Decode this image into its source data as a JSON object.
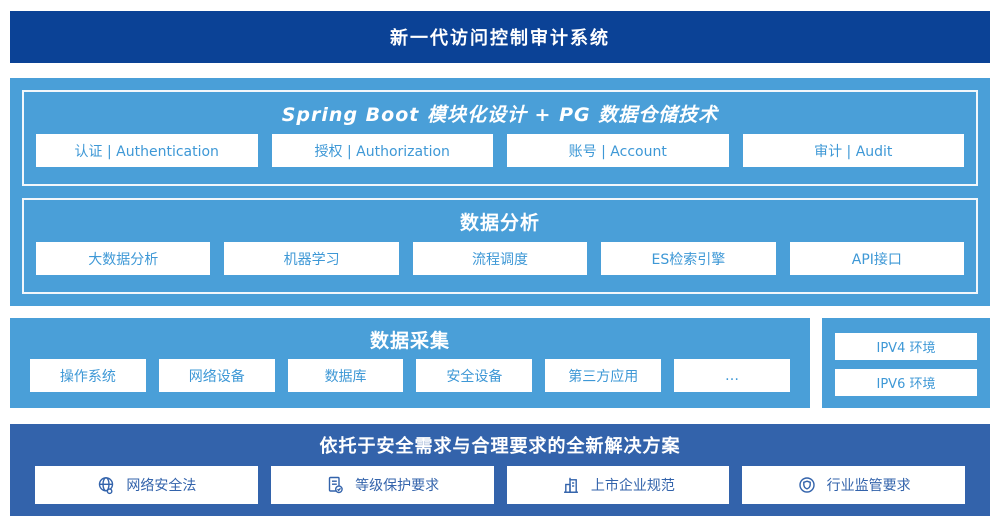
{
  "colors": {
    "top_banner_blue": "#0B4296",
    "light_blue": "#4A9FD8",
    "solution_blue": "#3363AB",
    "box_text_blue": "#3E98D6",
    "white": "#FFFFFF"
  },
  "header": {
    "title": "新一代访问控制审计系统"
  },
  "platform": {
    "springboot": {
      "title": "Spring Boot 模块化设计 + PG 数据仓储技术",
      "items": [
        {
          "label": "认证 | Authentication"
        },
        {
          "label": "授权 | Authorization"
        },
        {
          "label": "账号 | Account"
        },
        {
          "label": "审计 | Audit"
        }
      ]
    },
    "analysis": {
      "title": "数据分析",
      "items": [
        {
          "label": "大数据分析"
        },
        {
          "label": "机器学习"
        },
        {
          "label": "流程调度"
        },
        {
          "label": "ES检索引擎"
        },
        {
          "label": "API接口"
        }
      ]
    }
  },
  "collection": {
    "title": "数据采集",
    "items": [
      {
        "label": "操作系统"
      },
      {
        "label": "网络设备"
      },
      {
        "label": "数据库"
      },
      {
        "label": "安全设备"
      },
      {
        "label": "第三方应用"
      },
      {
        "label": "…"
      }
    ]
  },
  "environment": {
    "items": [
      {
        "label": "IPV4 环境"
      },
      {
        "label": "IPV6 环境"
      }
    ]
  },
  "solution": {
    "title": "依托于安全需求与合理要求的全新解决方案",
    "items": [
      {
        "icon": "globe-icon",
        "label": "网络安全法"
      },
      {
        "icon": "checklist-document-icon",
        "label": "等级保护要求"
      },
      {
        "icon": "building-icon",
        "label": "上市企业规范"
      },
      {
        "icon": "shield-badge-icon",
        "label": "行业监管要求"
      }
    ]
  }
}
